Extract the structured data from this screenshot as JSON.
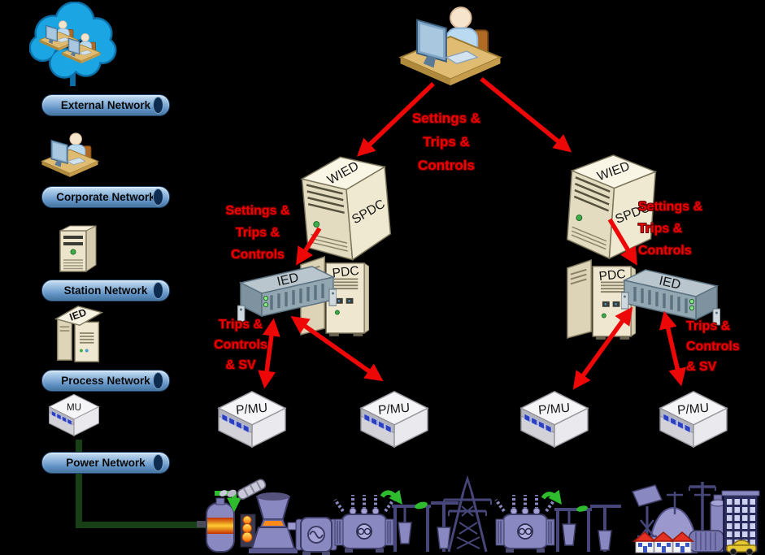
{
  "colors": {
    "background": "#000000",
    "arrow_red": "#ee0707",
    "pill_blue_light": "#c6dff2",
    "pill_blue_dark": "#43739c",
    "power_line_green": "#174017",
    "flow_arrow_green": "#2ebc2e",
    "cloud_blue": "#1ba6e3",
    "equipment_purple": "#8a88c0"
  },
  "legend": {
    "items": [
      {
        "id": "external",
        "icon": "cloud-users-icon",
        "label": "External Network"
      },
      {
        "id": "corporate",
        "icon": "person-workstation-icon",
        "label": "Corporate Network"
      },
      {
        "id": "station",
        "icon": "server-tower-icon",
        "label": "Station Network"
      },
      {
        "id": "process",
        "icon": "ied-dual-tower-icon",
        "icon_label": "IED",
        "label": "Process Network"
      },
      {
        "id": "power",
        "icon": "merging-unit-icon",
        "icon_label": "MU",
        "label": "Power Network"
      }
    ]
  },
  "devices": {
    "operator_icon": "person-at-workstation",
    "wied_top_label": "WIED",
    "spdc_side_label": "SPDC",
    "ied_label": "IED",
    "pdc_label": "PDC",
    "pmu_label": "P/MU"
  },
  "flow_labels": {
    "settings": {
      "line1": "Settings &",
      "line2": "Trips &",
      "line3": "Controls"
    },
    "trips_sv": {
      "line1": "Trips &",
      "line2": "Controls",
      "line3": "& SV"
    }
  },
  "power_chain_icons": [
    "boiler",
    "turbine",
    "generator",
    "transformer",
    "switchyard",
    "transmission-tower",
    "transformer",
    "switchyard",
    "city-load"
  ]
}
